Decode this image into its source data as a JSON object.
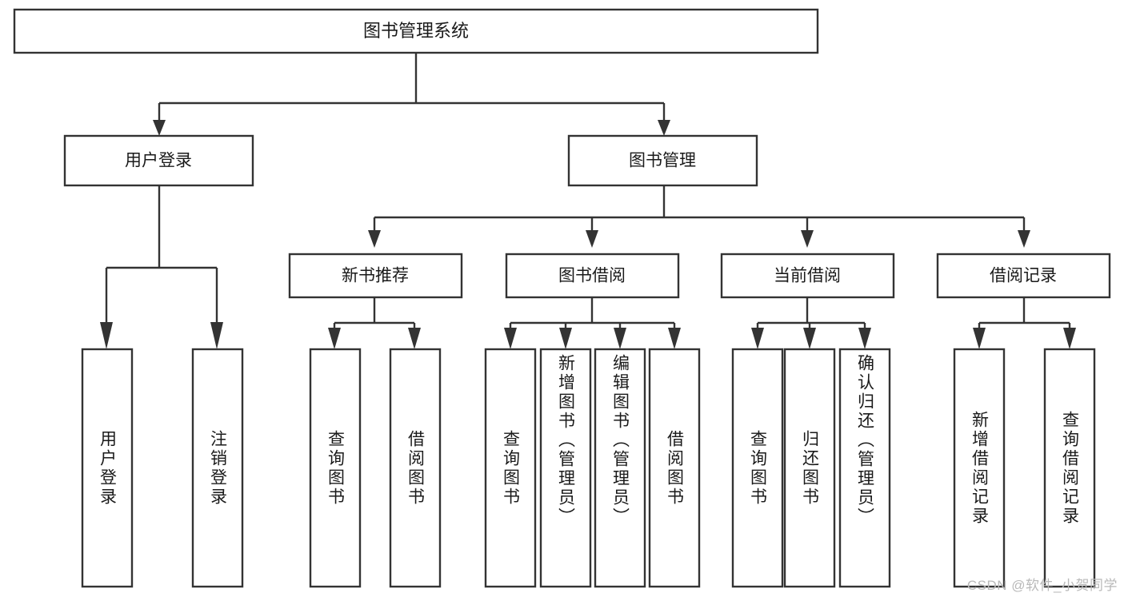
{
  "diagram": {
    "type": "tree",
    "title": "图书管理系统",
    "root": {
      "id": "root",
      "label": "图书管理系统",
      "orientation": "horizontal"
    },
    "level2": [
      {
        "id": "user-login",
        "label": "用户登录",
        "orientation": "horizontal"
      },
      {
        "id": "book-manage",
        "label": "图书管理",
        "orientation": "horizontal"
      }
    ],
    "level3": [
      {
        "id": "new-book-rec",
        "label": "新书推荐",
        "orientation": "horizontal",
        "parent": "book-manage"
      },
      {
        "id": "book-borrow",
        "label": "图书借阅",
        "orientation": "horizontal",
        "parent": "book-manage"
      },
      {
        "id": "current-borrow",
        "label": "当前借阅",
        "orientation": "horizontal",
        "parent": "book-manage"
      },
      {
        "id": "borrow-record",
        "label": "借阅记录",
        "orientation": "horizontal",
        "parent": "book-manage"
      }
    ],
    "leaves": [
      {
        "id": "leaf-user-login",
        "label": "用户登录",
        "parent": "user-login",
        "orientation": "vertical"
      },
      {
        "id": "leaf-user-logout",
        "label": "注销登录",
        "parent": "user-login",
        "orientation": "vertical"
      },
      {
        "id": "leaf-query-book-1",
        "label": "查询图书",
        "parent": "new-book-rec",
        "orientation": "vertical"
      },
      {
        "id": "leaf-borrow-book-1",
        "label": "借阅图书",
        "parent": "new-book-rec",
        "orientation": "vertical"
      },
      {
        "id": "leaf-query-book-2",
        "label": "查询图书",
        "parent": "book-borrow",
        "orientation": "vertical"
      },
      {
        "id": "leaf-add-book",
        "label": "新增图书（管理员）",
        "parent": "book-borrow",
        "orientation": "vertical"
      },
      {
        "id": "leaf-edit-book",
        "label": "编辑图书（管理员）",
        "parent": "book-borrow",
        "orientation": "vertical"
      },
      {
        "id": "leaf-borrow-book-2",
        "label": "借阅图书",
        "parent": "book-borrow",
        "orientation": "vertical"
      },
      {
        "id": "leaf-query-book-3",
        "label": "查询图书",
        "parent": "current-borrow",
        "orientation": "vertical"
      },
      {
        "id": "leaf-return-book",
        "label": "归还图书",
        "parent": "current-borrow",
        "orientation": "vertical"
      },
      {
        "id": "leaf-confirm-return",
        "label": "确认归还（管理员）",
        "parent": "current-borrow",
        "orientation": "vertical"
      },
      {
        "id": "leaf-add-record",
        "label": "新增借阅记录",
        "parent": "borrow-record",
        "orientation": "vertical"
      },
      {
        "id": "leaf-query-record",
        "label": "查询借阅记录",
        "parent": "borrow-record",
        "orientation": "vertical"
      }
    ]
  },
  "watermark": {
    "text": "CSDN @软件_小贺同学"
  },
  "colors": {
    "box_stroke": "#333333",
    "box_fill": "#ffffff",
    "text": "#1a1a1a",
    "watermark": "#b9b9b9",
    "background": "#ffffff"
  }
}
